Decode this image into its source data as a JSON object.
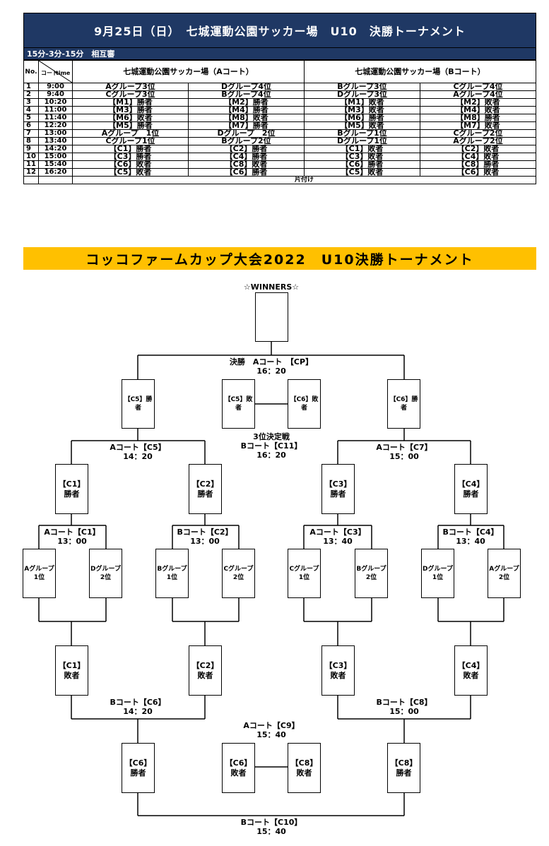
{
  "schedule": {
    "title": "9月25日（日）　七城運動公園サッカー場　U10　決勝トーナメント",
    "subtitle": "15分-3分-15分　相互審",
    "col_no": "No.",
    "col_time_a": "コート",
    "col_time_b": "time",
    "court_a": "七城運動公園サッカー場（Aコート）",
    "court_b": "七城運動公園サッカー場（Bコート）",
    "rows": [
      {
        "no": "1",
        "time": "9:00",
        "a1": "Aグループ3位",
        "a2": "Dグループ4位",
        "b1": "Bグループ3位",
        "b2": "Cグループ4位"
      },
      {
        "no": "2",
        "time": "9:40",
        "a1": "Cグループ3位",
        "a2": "Bグループ4位",
        "b1": "Dグループ3位",
        "b2": "Aグループ4位"
      },
      {
        "no": "3",
        "time": "10:20",
        "a1": "【M1】勝者",
        "a2": "【M2】勝者",
        "b1": "【M1】敗者",
        "b2": "【M2】敗者"
      },
      {
        "no": "4",
        "time": "11:00",
        "a1": "【M3】勝者",
        "a2": "【M4】勝者",
        "b1": "【M3】敗者",
        "b2": "【M4】敗者"
      },
      {
        "no": "5",
        "time": "11:40",
        "a1": "【M6】敗者",
        "a2": "【M8】敗者",
        "b1": "【M6】勝者",
        "b2": "【M8】勝者"
      },
      {
        "no": "6",
        "time": "12:20",
        "a1": "【M5】勝者",
        "a2": "【M7】勝者",
        "b1": "【M5】敗者",
        "b2": "【M7】敗者"
      },
      {
        "no": "7",
        "time": "13:00",
        "a1": "Aグループ　1位",
        "a2": "Dグループ　2位",
        "b1": "Bグループ1位",
        "b2": "Cグループ2位"
      },
      {
        "no": "8",
        "time": "13:40",
        "a1": "Cグループ1位",
        "a2": "Bグループ2位",
        "b1": "Dグループ1位",
        "b2": "Aグループ2位"
      },
      {
        "no": "9",
        "time": "14:20",
        "a1": "【C1】勝者",
        "a2": "【C2】勝者",
        "b1": "【C1】敗者",
        "b2": "【C2】敗者"
      },
      {
        "no": "10",
        "time": "15:00",
        "a1": "【C3】勝者",
        "a2": "【C4】勝者",
        "b1": "【C3】敗者",
        "b2": "【C4】敗者"
      },
      {
        "no": "11",
        "time": "15:40",
        "a1": "【C6】敗者",
        "a2": "【C8】敗者",
        "b1": "【C6】勝者",
        "b2": "【C8】勝者"
      },
      {
        "no": "12",
        "time": "16:20",
        "a1": "【C5】敗者",
        "a2": "【C6】勝者",
        "b1": "【C5】敗者",
        "b2": "【C6】敗者"
      }
    ],
    "cleanup": "片付け"
  },
  "bracket": {
    "title": "コッコファームカップ大会2022　U10決勝トーナメント",
    "winners": "☆WINNERS☆",
    "final_label": "決勝　Aコート　【CP】",
    "final_time": "16：20",
    "third_label_1": "3位決定戦",
    "third_label_2": "Bコート【C11】",
    "third_time": "16：20",
    "sf_left_label": "Aコート【C5】",
    "sf_left_time": "14：20",
    "sf_right_label": "Aコート【C7】",
    "sf_right_time": "15：00",
    "qf1_label": "Aコート【C1】",
    "qf1_time": "13：00",
    "qf2_label": "Bコート【C2】",
    "qf2_time": "13：00",
    "qf3_label": "Aコート【C3】",
    "qf3_time": "13：40",
    "qf4_label": "Bコート【C4】",
    "qf4_time": "13：40",
    "cons_left_label": "Bコート【C6】",
    "cons_left_time": "14：20",
    "cons_right_label": "Bコート【C8】",
    "cons_right_time": "15：00",
    "c9_label": "Aコート【C9】",
    "c9_time": "15：40",
    "c10_label": "Bコート【C10】",
    "c10_time": "15：40",
    "boxes": {
      "c5w_1": "【C5】勝",
      "c5w_2": "者",
      "c5l_1": "【C5】敗",
      "c5l_2": "者",
      "c6l_1": "【C6】敗",
      "c6l_2": "者",
      "c6w_1": "【C6】勝",
      "c6w_2": "者",
      "c1w_1": "【C1】",
      "c1w_2": "勝者",
      "c2w_1": "【C2】",
      "c2w_2": "勝者",
      "c3w_1": "【C3】",
      "c3w_2": "勝者",
      "c4w_1": "【C4】",
      "c4w_2": "勝者",
      "g1_1": "Aグループ",
      "g1_2": "1位",
      "g2_1": "Dグループ",
      "g2_2": "2位",
      "g3_1": "Bグループ",
      "g3_2": "1位",
      "g4_1": "Cグループ",
      "g4_2": "2位",
      "g5_1": "Cグループ",
      "g5_2": "1位",
      "g6_1": "Bグループ",
      "g6_2": "2位",
      "g7_1": "Dグループ",
      "g7_2": "1位",
      "g8_1": "Aグループ",
      "g8_2": "2位",
      "c1l_1": "【C1】",
      "c1l_2": "敗者",
      "c2l_1": "【C2】",
      "c2l_2": "敗者",
      "c3l_1": "【C3】",
      "c3l_2": "敗者",
      "c4l_1": "【C4】",
      "c4l_2": "敗者",
      "c6bw_1": "【C6】",
      "c6bw_2": "勝者",
      "c6bl_1": "【C6】",
      "c6bl_2": "敗者",
      "c8bl_1": "【C8】",
      "c8bl_2": "敗者",
      "c8bw_1": "【C8】",
      "c8bw_2": "勝者"
    }
  },
  "colors": {
    "navy": "#1f3864",
    "gold": "#ffc000"
  }
}
